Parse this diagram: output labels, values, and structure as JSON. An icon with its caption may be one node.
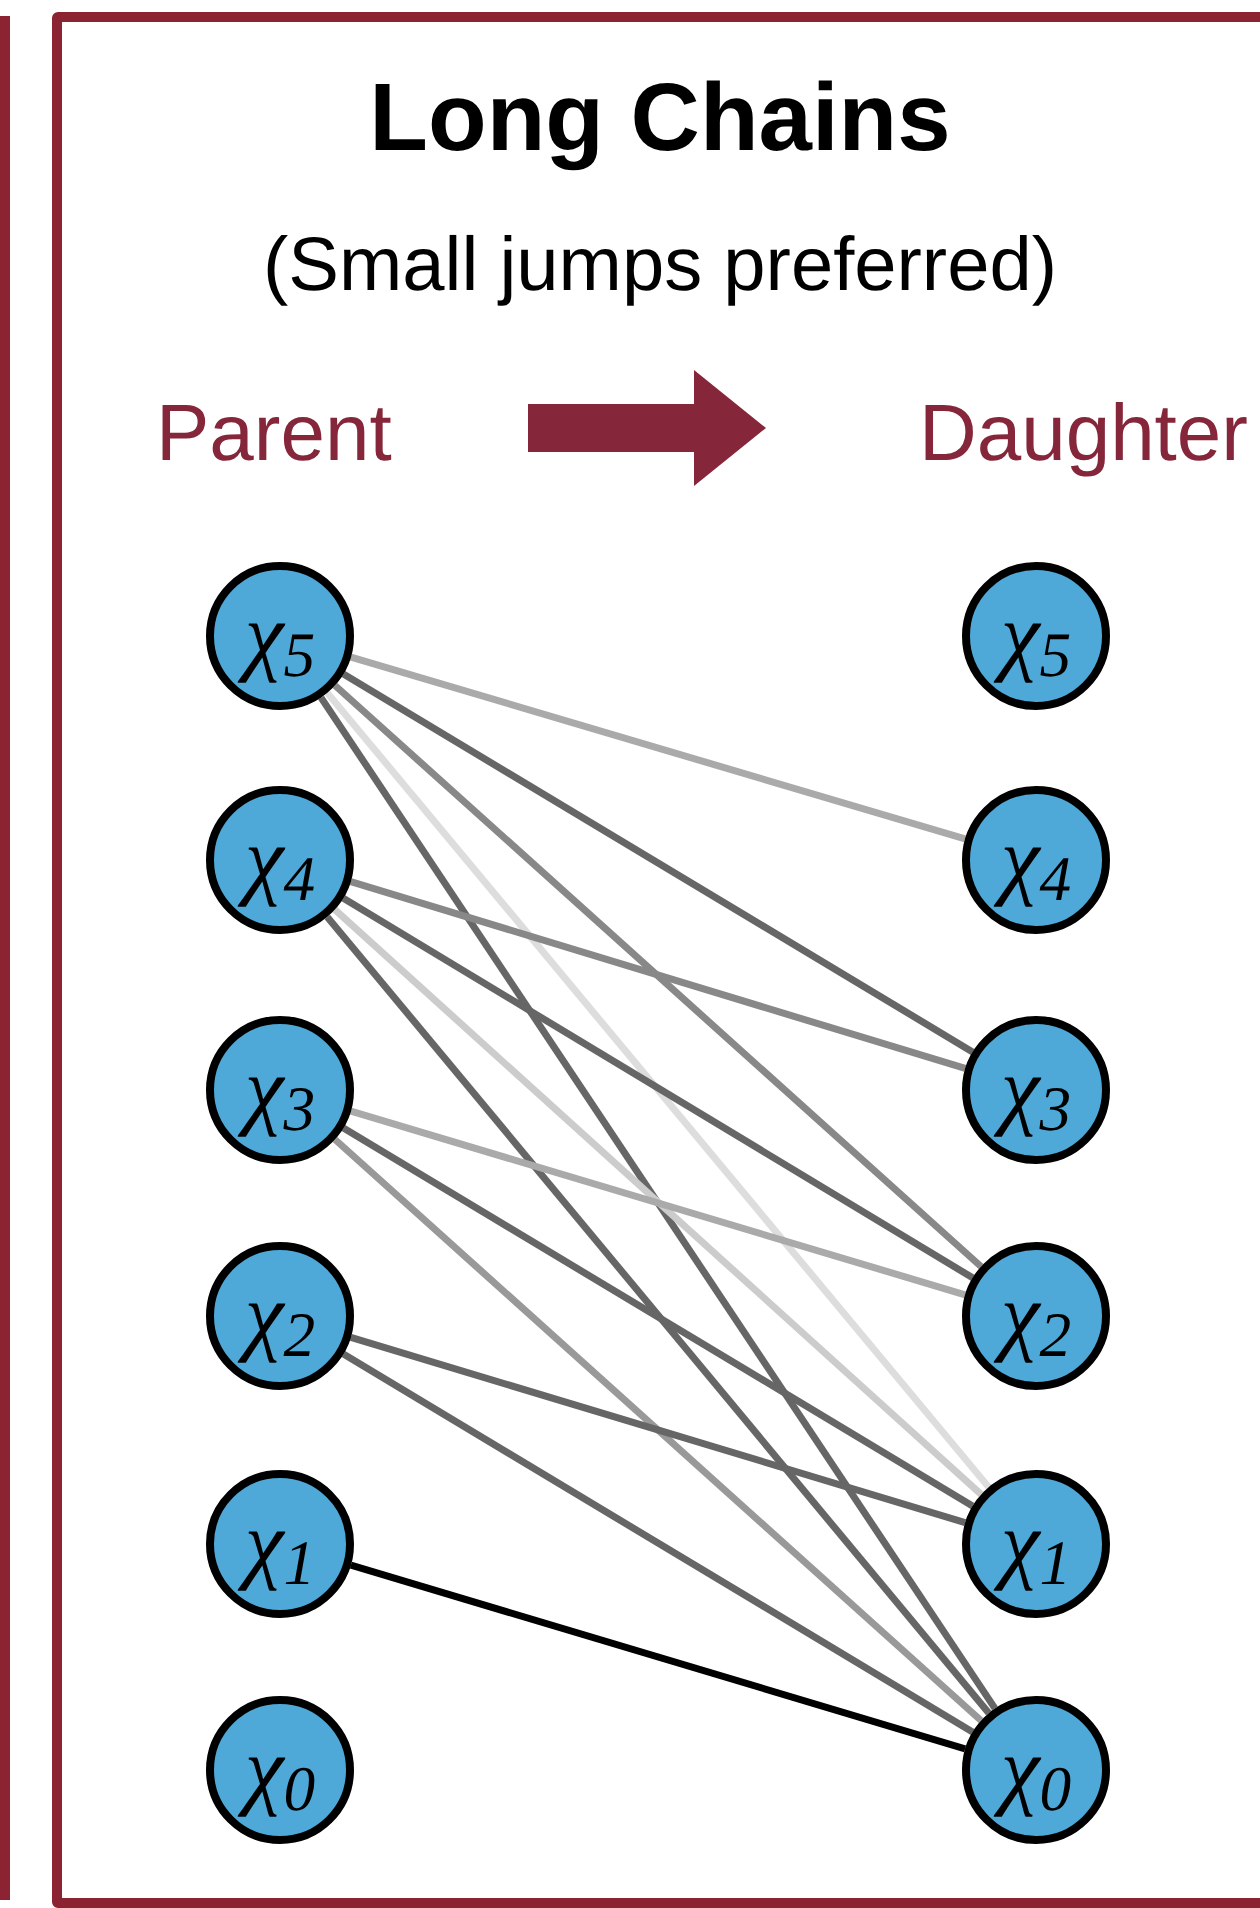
{
  "diagram": {
    "title": "Long Chains",
    "nodes": [
      {
        "text": [
          "Parent"
        ]
      },
      {
        "text": [
          "Daughter"
        ]
      },
      {
        "text": [
          "χ$_{5}$"
        ]
      },
      {
        "text": [
          "χ$_{4}$"
        ]
      },
      {
        "text": [
          "χ$_{3}$"
        ]
      },
      {
        "text": [
          "χ$_{2}$"
        ]
      },
      {
        "text": [
          "χ$_{1}$"
        ]
      },
      {
        "text": [
          "χ$_{0}$"
        ]
      },
      {
        "text": [
          "χ$_{5}$"
        ]
      },
      {
        "text": [
          "χ$_{4}$"
        ]
      },
      {
        "text": [
          "χ$_{3}$"
        ]
      },
      {
        "text": [
          "χ$_{2}$"
        ]
      },
      {
        "text": [
          "χ$_{1}$"
        ]
      },
      {
        "text": [
          "χ$_{0}$"
        ]
      }
    ],
    "edges": [
      {
        "from": 0,
        "to": 1,
        "arrow": "to",
        "style": "thick",
        "color": "#85263a"
      },
      {
        "from": 2,
        "to": 9,
        "arrow": "none",
        "color": "#aaaaaa"
      },
      {
        "from": 2,
        "to": 10,
        "arrow": "none"
      },
      {
        "from": 2,
        "to": 11,
        "arrow": "none",
        "color": "#888888"
      },
      {
        "from": 2,
        "to": 12,
        "arrow": "none",
        "color": "#dddddd"
      },
      {
        "from": 2,
        "to": 13,
        "arrow": "none"
      },
      {
        "from": 3,
        "to": 10,
        "arrow": "none",
        "color": "#888888"
      },
      {
        "from": 3,
        "to": 11,
        "arrow": "none"
      },
      {
        "from": 3,
        "to": 12,
        "arrow": "none",
        "color": "#cccccc"
      },
      {
        "from": 3,
        "to": 13,
        "arrow": "none"
      },
      {
        "from": 4,
        "to": 11,
        "arrow": "none",
        "color": "#aaaaaa"
      },
      {
        "from": 4,
        "to": 12,
        "arrow": "none"
      },
      {
        "from": 4,
        "to": 13,
        "arrow": "none",
        "color": "#999999"
      },
      {
        "from": 5,
        "to": 12,
        "arrow": "none"
      },
      {
        "from": 5,
        "to": 13,
        "arrow": "none"
      },
      {
        "from": 6,
        "to": 13,
        "arrow": "none",
        "color": "#000000"
      }
    ],
    "labels": [
      "(Small jumps preferred)"
    ]
  }
}
